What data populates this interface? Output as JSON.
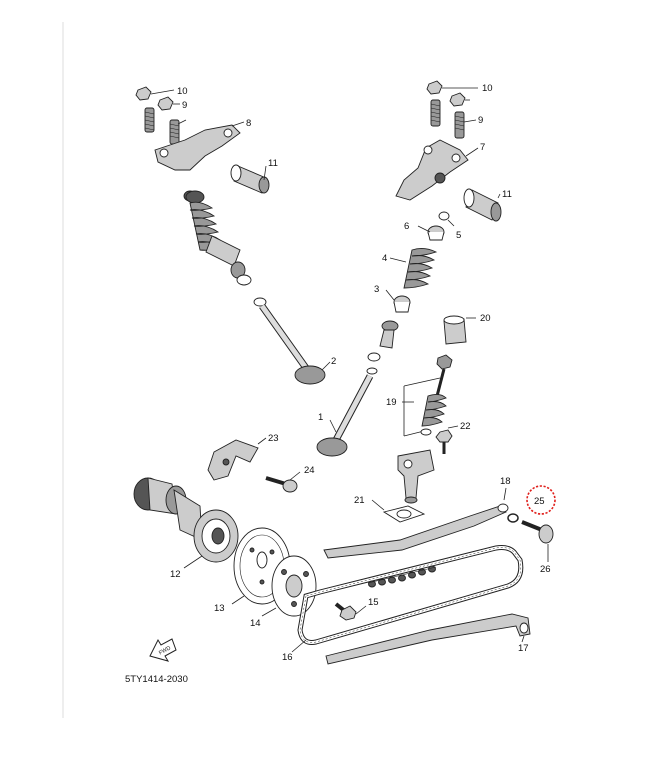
{
  "diagram": {
    "code": "5TY1414-2030",
    "fwd": "FWD",
    "highlight": "25",
    "highlight_color": "#e0201c",
    "labels": [
      "1",
      "2",
      "3",
      "4",
      "5",
      "6",
      "7",
      "8",
      "9",
      "10",
      "9",
      "10",
      "11",
      "11",
      "12",
      "13",
      "14",
      "15",
      "16",
      "17",
      "18",
      "19",
      "20",
      "21",
      "22",
      "23",
      "24",
      "25",
      "26"
    ]
  }
}
